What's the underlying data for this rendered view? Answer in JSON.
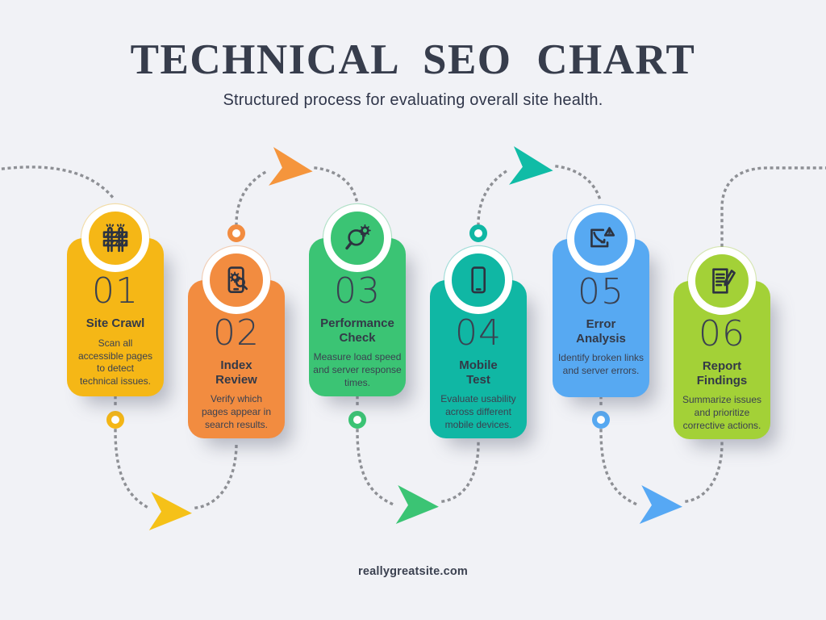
{
  "header": {
    "title": "TECHNICAL SEO CHART",
    "subtitle": "Structured process for evaluating overall site health."
  },
  "steps": [
    {
      "number": "01",
      "title": "Site Crawl",
      "description": "Scan all\naccessible pages\nto detect\ntechnical issues.",
      "color": "#f5b716",
      "icon": "barricade-icon"
    },
    {
      "number": "02",
      "title": "Index\nReview",
      "description": "Verify which\npages appear in\nsearch results.",
      "color": "#f28c40",
      "icon": "phone-search-icon"
    },
    {
      "number": "03",
      "title": "Performance\nCheck",
      "description": "Measure load speed\nand server response\ntimes.",
      "color": "#3bc474",
      "icon": "magnifier-gear-icon"
    },
    {
      "number": "04",
      "title": "Mobile\nTest",
      "description": "Evaluate usability\nacross different\nmobile devices.",
      "color": "#10b7a4",
      "icon": "smartphone-icon"
    },
    {
      "number": "05",
      "title": "Error\nAnalysis",
      "description": "Identify broken links\nand server errors.",
      "color": "#57a9f2",
      "icon": "error-chart-icon"
    },
    {
      "number": "06",
      "title": "Report\nFindings",
      "description": "Summarize issues\nand prioritize\ncorrective actions.",
      "color": "#a3d137",
      "icon": "report-pencil-icon"
    }
  ],
  "flow": {
    "dot_color": "#8e9095",
    "arrow_colors": [
      "#f5c118",
      "#f5953c",
      "#3bc474",
      "#10bca6",
      "#56a8f4"
    ],
    "ring_colors": [
      "#f5b716",
      "#f28c40",
      "#3bc474",
      "#10b7a4",
      "#57a9f2"
    ]
  },
  "footer": {
    "website": "reallygreatsite.com"
  },
  "colors": {
    "background": "#f1f2f6",
    "heading": "#373d4c",
    "icon_stroke": "#2d3340"
  }
}
